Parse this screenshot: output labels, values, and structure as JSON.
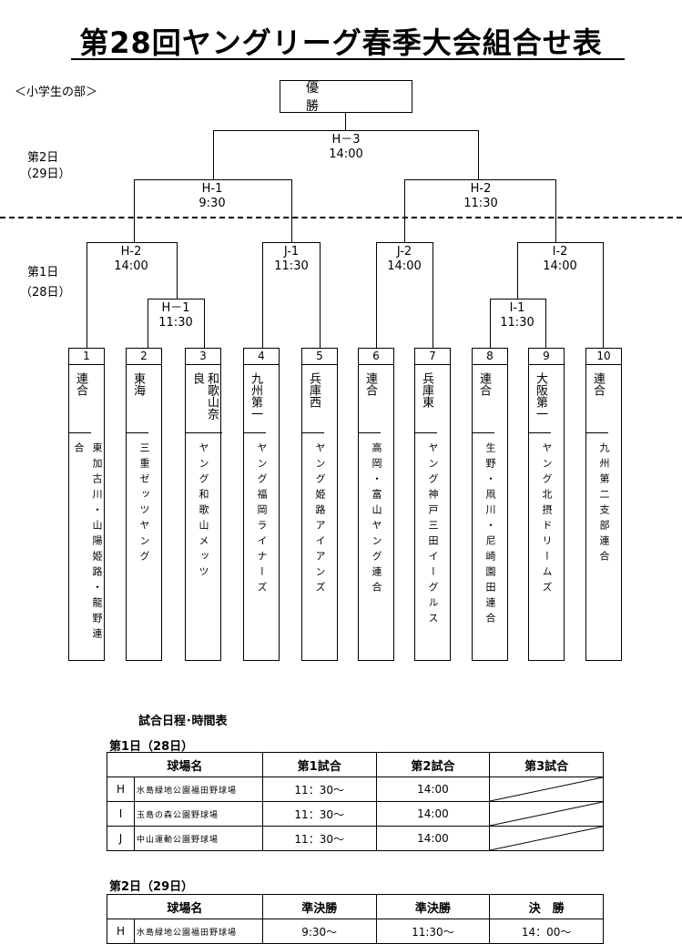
{
  "title": "第28回ヤングリーグ春季大会組合せ表",
  "section": "＜小学生の部＞",
  "winner_label": "優　勝",
  "days": {
    "day2": {
      "line1": "第2日",
      "line2": "（29日）"
    },
    "day1": {
      "line1": "第1日",
      "line2": "（28日）"
    }
  },
  "matches": {
    "h3": {
      "code": "H－3",
      "time": "14:00"
    },
    "h1_top": {
      "code": "H-1",
      "time": "9:30"
    },
    "h2_top": {
      "code": "H-2",
      "time": "11:30"
    },
    "h2_left": {
      "code": "H-2",
      "time": "14:00"
    },
    "j1": {
      "code": "J-1",
      "time": "11:30"
    },
    "j2": {
      "code": "J-2",
      "time": "14:00"
    },
    "i2": {
      "code": "I-2",
      "time": "14:00"
    },
    "h1_low": {
      "code": "H－1",
      "time": "11:30"
    },
    "i1": {
      "code": "I-1",
      "time": "11:30"
    }
  },
  "teams": [
    {
      "num": "1",
      "club": "連合",
      "name": "東加古川・山陽姫路・龍野連合"
    },
    {
      "num": "2",
      "club": "東海",
      "name": "三重ゼッツヤング"
    },
    {
      "num": "3",
      "club": "和歌山奈良",
      "name": "ヤング和歌山メッツ"
    },
    {
      "num": "4",
      "club": "九州第一",
      "name": "ヤング福岡ライナーズ"
    },
    {
      "num": "5",
      "club": "兵庫西",
      "name": "ヤング姫路アイアンズ"
    },
    {
      "num": "6",
      "club": "連合",
      "name": "高岡・富山ヤング連合"
    },
    {
      "num": "7",
      "club": "兵庫東",
      "name": "ヤング神戸三田イーグルス"
    },
    {
      "num": "8",
      "club": "連合",
      "name": "生野・凧川・尼崎園田連合"
    },
    {
      "num": "9",
      "club": "大阪第一",
      "name": "ヤング北摂ドリームズ"
    },
    {
      "num": "10",
      "club": "連合",
      "name": "九州第二支部連合"
    }
  ],
  "schedule": {
    "title": "試合日程･時間表",
    "day1": {
      "label": "第1日（28日）",
      "headers": [
        "球場名",
        "第1試合",
        "第2試合",
        "第3試合"
      ],
      "rows": [
        {
          "code": "H",
          "venue": "水島緑地公園福田野球場",
          "g1": "11：30～",
          "g2": "14:00"
        },
        {
          "code": "I",
          "venue": "玉島の森公園野球場",
          "g1": "11：30～",
          "g2": "14:00"
        },
        {
          "code": "J",
          "venue": "中山運動公園野球場",
          "g1": "11：30～",
          "g2": "14:00"
        }
      ]
    },
    "day2": {
      "label": "第2日（29日）",
      "headers": [
        "球場名",
        "準決勝",
        "準決勝",
        "決　勝"
      ],
      "rows": [
        {
          "code": "H",
          "venue": "水島緑地公園福田野球場",
          "g1": "9:30～",
          "g2": "11:30～",
          "g3": "14：00～"
        }
      ]
    }
  }
}
